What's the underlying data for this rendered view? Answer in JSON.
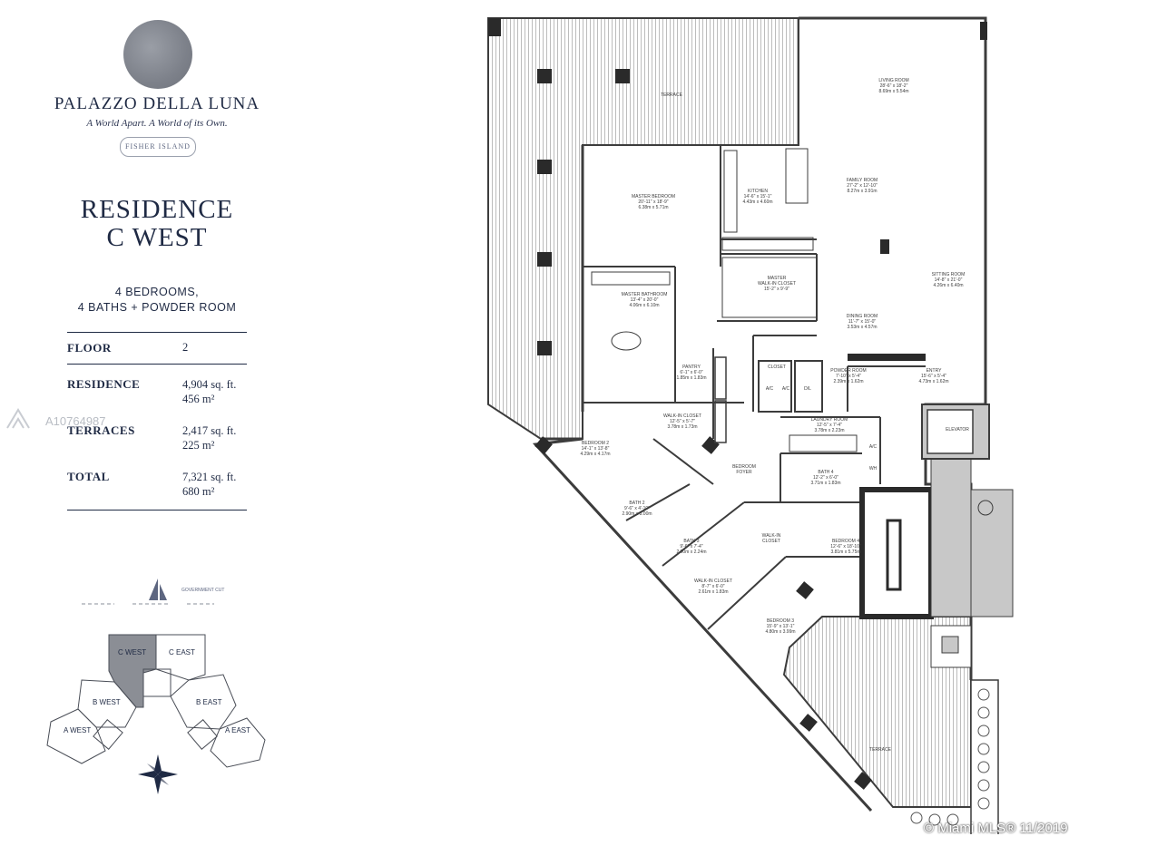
{
  "brand": {
    "name": "PALAZZO DELLA LUNA",
    "tagline": "A World Apart. A World of its Own.",
    "badge": "FISHER ISLAND"
  },
  "residence": {
    "title_line1": "RESIDENCE",
    "title_line2": "C WEST",
    "bedrooms": "4 BEDROOMS,",
    "baths": "4 BATHS + POWDER ROOM"
  },
  "specs": [
    {
      "label": "FLOOR",
      "value1": "2",
      "value2": ""
    },
    {
      "label": "RESIDENCE",
      "value1": "4,904 sq. ft.",
      "value2": "456 m²"
    },
    {
      "label": "TERRACES",
      "value1": "2,417 sq. ft.",
      "value2": "225 m²"
    },
    {
      "label": "TOTAL",
      "value1": "7,321 sq. ft.",
      "value2": "680 m²"
    }
  ],
  "watermark": {
    "listing_id": "A10764987"
  },
  "footer": {
    "mls": "© Miami MLS® 11/2019"
  },
  "keyplan": {
    "compass_top": "GOVERNMENT CUT",
    "units": [
      "C WEST",
      "C EAST",
      "B WEST",
      "B EAST",
      "A WEST",
      "A EAST"
    ],
    "highlight": "C WEST",
    "highlight_color": "#8b8e95"
  },
  "rooms": [
    {
      "name": "TERRACE",
      "dims1": "",
      "dims2": ""
    },
    {
      "name": "LIVING ROOM",
      "dims1": "28'-6\" x 18'-2\"",
      "dims2": "8.69m x 5.54m"
    },
    {
      "name": "FAMILY ROOM",
      "dims1": "27'-2\" x 12'-10\"",
      "dims2": "8.27m x 3.91m"
    },
    {
      "name": "KITCHEN",
      "dims1": "14'-6\" x 15'-1\"",
      "dims2": "4.43m x 4.60m"
    },
    {
      "name": "MASTER BEDROOM",
      "dims1": "20'-11\" x 18'-9\"",
      "dims2": "6.38m x 5.71m"
    },
    {
      "name": "MASTER",
      "dims1": "WALK-IN CLOSET",
      "dims2": "15'-2\" x 9'-9\""
    },
    {
      "name": "MASTER BATHROOM",
      "dims1": "13'-4\" x 20'-0\"",
      "dims2": "4.06m x 6.10m"
    },
    {
      "name": "SITTING ROOM",
      "dims1": "14'-8\" x 21'-0\"",
      "dims2": "4.26m x 6.40m"
    },
    {
      "name": "DINING ROOM",
      "dims1": "11'-7\" x 15'-0\"",
      "dims2": "3.53m x 4.57m"
    },
    {
      "name": "PANTRY",
      "dims1": "6'-1\" x 6'-0\"",
      "dims2": "1.85m x 1.83m"
    },
    {
      "name": "CLOSET",
      "dims1": "",
      "dims2": ""
    },
    {
      "name": "POWDER ROOM",
      "dims1": "7'-10\" x 5'-4\"",
      "dims2": "2.39m x 1.62m"
    },
    {
      "name": "ENTRY",
      "dims1": "15'-6\" x 5'-4\"",
      "dims2": "4.73m x 1.62m"
    },
    {
      "name": "ELEVATOR",
      "dims1": "",
      "dims2": ""
    },
    {
      "name": "WALK-IN CLOSET",
      "dims1": "12'-5\" x 5'-7\"",
      "dims2": "3.78m x 1.73m"
    },
    {
      "name": "LAUNDRY ROOM",
      "dims1": "12'-5\" x 7'-4\"",
      "dims2": "3.78m x 2.23m"
    },
    {
      "name": "BEDROOM 2",
      "dims1": "14'-1\" x 13'-8\"",
      "dims2": "4.29m x 4.17m"
    },
    {
      "name": "BEDROOM",
      "dims1": "FOYER",
      "dims2": ""
    },
    {
      "name": "BATH 4",
      "dims1": "12'-2\" x 6'-0\"",
      "dims2": "3.71m x 1.83m"
    },
    {
      "name": "BATH 2",
      "dims1": "9'-6\" x 4'-10\"",
      "dims2": "2.90m x 3.00m"
    },
    {
      "name": "BEDROOM 4",
      "dims1": "12'-6\" x 18'-10\"",
      "dims2": "3.81m x 5.75m"
    },
    {
      "name": "WALK-IN",
      "dims1": "CLOSET",
      "dims2": ""
    },
    {
      "name": "BATH 3",
      "dims1": "9'-6\" x 7'-4\"",
      "dims2": "2.90m x 2.24m"
    },
    {
      "name": "WALK-IN CLOSET",
      "dims1": "8'-7\" x 6'-0\"",
      "dims2": "2.61m x 1.83m"
    },
    {
      "name": "BEDROOM 3",
      "dims1": "15'-9\" x 13'-1\"",
      "dims2": "4.80m x 3.99m"
    },
    {
      "name": "TERRACE",
      "dims1": "",
      "dims2": ""
    }
  ],
  "fixtures": [
    "A/C",
    "A/C",
    "D/L",
    "A/C",
    "WH"
  ],
  "colors": {
    "ink": "#1f2a44",
    "wall": "#3c3c3c",
    "dark": "#2a2a2a"
  }
}
